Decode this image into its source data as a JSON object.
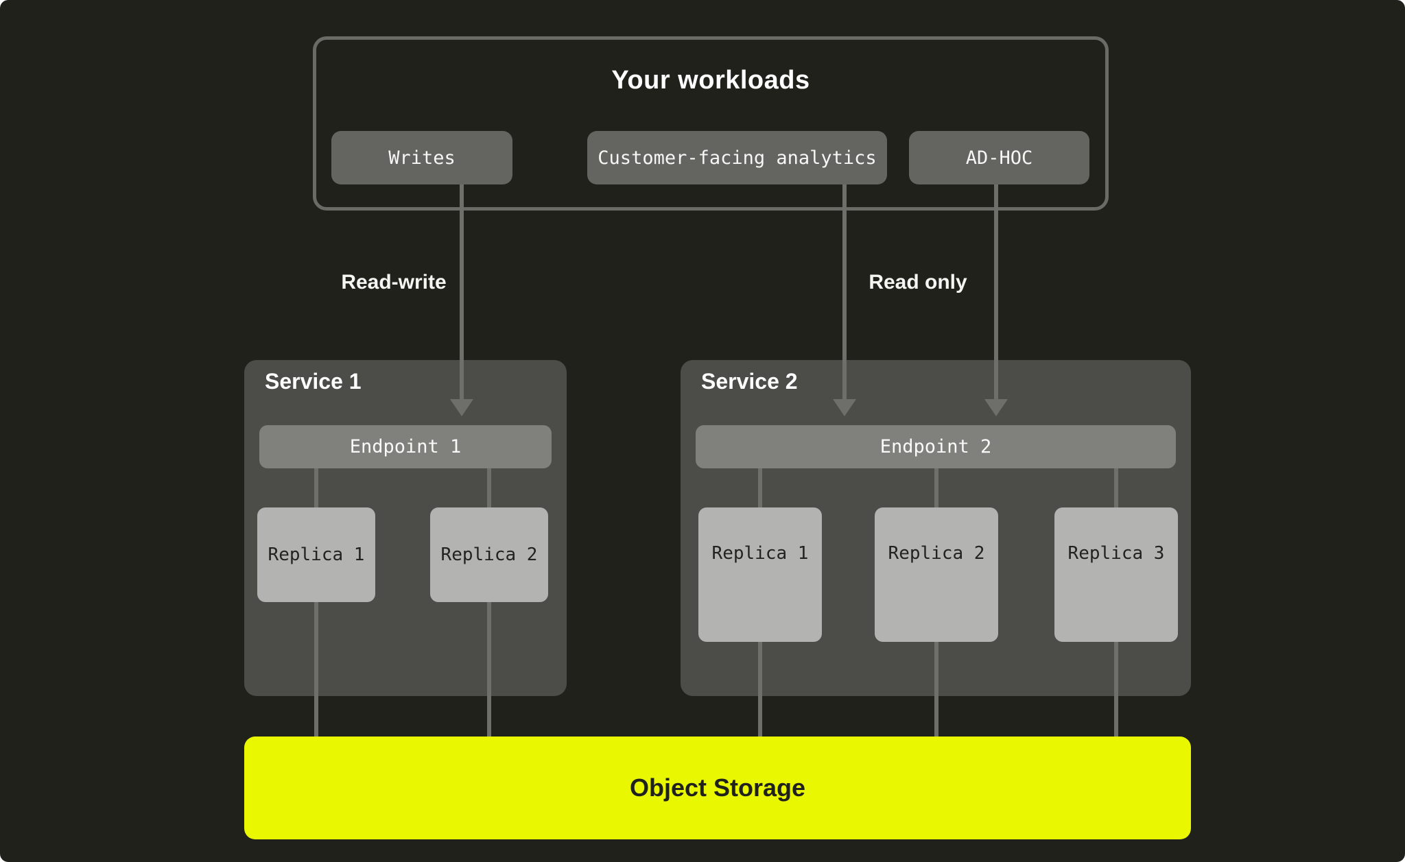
{
  "colors": {
    "background": "#20211b",
    "panel": "#4c4c49",
    "chip": "#646460",
    "endpoint": "#80807d",
    "replica": "#b3b3b1",
    "connector": "#6e6e6a",
    "storage_accent": "#e9f800",
    "text_light": "#ffffff",
    "text_dark": "#20211b"
  },
  "workloads": {
    "title": "Your workloads",
    "chips": [
      {
        "label": "Writes"
      },
      {
        "label": "Customer-facing analytics"
      },
      {
        "label": "AD-HOC"
      }
    ]
  },
  "flow_labels": {
    "left": "Read-write",
    "right": "Read only"
  },
  "services": [
    {
      "title": "Service 1",
      "endpoint": "Endpoint 1",
      "replicas": [
        {
          "label": "Replica 1"
        },
        {
          "label": "Replica 2"
        }
      ]
    },
    {
      "title": "Service 2",
      "endpoint": "Endpoint 2",
      "replicas": [
        {
          "label": "Replica 1"
        },
        {
          "label": "Replica 2"
        },
        {
          "label": "Replica 3"
        }
      ]
    }
  ],
  "storage": {
    "label": "Object Storage"
  }
}
